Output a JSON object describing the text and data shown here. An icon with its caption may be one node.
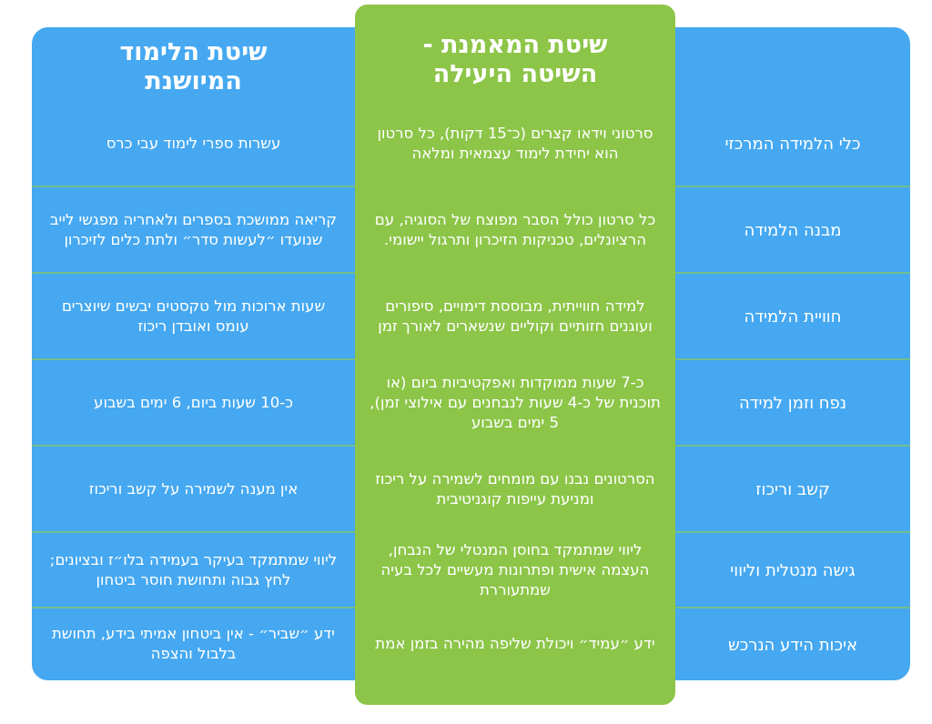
{
  "diagram": {
    "labels": [
      "שיטת המאמנת - השיטה היעילה",
      "שיטת הלימוד המיושנת",
      "כלי הלמידה המרכזי",
      "סרטוני וידאו קצרים (כ־15 דקות), כל סרטון הוא יחידת לימוד עצמאית ומלאה",
      "עשרות ספרי לימוד עבי כרס",
      "מבנה הלמידה",
      "כל סרטון כולל הסבר מפוצח של הסוגיה, עם הרציונלים, טכניקות הזיכרון ותרגול יישומי.",
      "קריאה ממושכת בספרים ולאחריה מפגשי לייב שנועדו ״לעשות סדר״ ולתת כלים לזיכרון",
      "חוויית הלמידה",
      "למידה חווייתית, מבוססת דימויים, סיפורים ועוגנים חזותיים וקוליים שנשארים לאורך זמן",
      "שעות ארוכות מול טקסטים יבשים שיוצרים עומס ואובדן ריכוז",
      "נפח וזמן למידה",
      "כ-7 שעות ממוקדות ואפקטיביות ביום (או תוכנית של כ-4 שעות לנבחנים עם אילוצי זמן), 5 ימים בשבוע",
      "כ-10 שעות ביום, 6 ימים בשבוע",
      "קשב וריכוז",
      "הסרטונים נבנו עם מומחים לשמירה על ריכוז ומניעת עייפות קוגניטיבית",
      "אין מענה לשמירה על קשב וריכוז",
      "גישה מנטלית וליווי",
      "ליווי שמתמקד בחוסן המנטלי של הנבחן, העצמה אישית ופתרונות מעשיים לכל בעיה שמתעוררת",
      "ליווי שמתמקד בעיקר בעמידה בלו״ז ובציונים; לחץ גבוה ותחושת חוסר ביטחון",
      "איכות הידע הנרכש",
      "ידע ״עמיד״ ויכולת שליפה מהירה בזמן אמת",
      "ידע ״שביר״ - אין ביטחון אמיתי בידע, תחושת בלבול והצפה"
    ]
  }
}
